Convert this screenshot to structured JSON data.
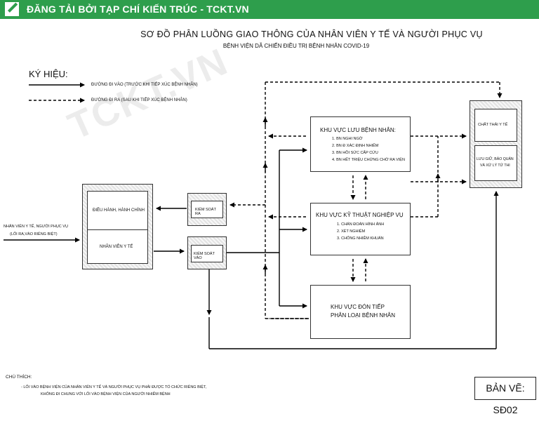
{
  "banner": {
    "text": "ĐĂNG TẢI BỞI TẠP CHÍ KIẾN TRÚC - TCKT.VN"
  },
  "title": "SƠ ĐỒ  PHÂN LUỒNG GIAO THÔNG CỦA  NHÂN VIÊN Y TẾ VÀ NGƯỜI PHỤC VỤ",
  "subtitle": "BỆNH VIỆN DÃ CHIẾN ĐIỀU TRỊ BỆNH NHÂN COVID-19",
  "watermark": "TCKT.VN",
  "legend": {
    "title": "KÝ HIỆU:",
    "entry_in": "ĐƯỜNG ĐI VÀO (TRƯỚC KHI TIẾP XÚC BỆNH NHÂN)",
    "entry_out": "ĐƯỜNG ĐI RA (SAU KHI TIẾP XÚC BỆNH NHÂN)"
  },
  "entrance_label_1": "NHÂN VIÊN Y TẾ, NGƯỜI PHỤC VỤ",
  "entrance_label_2": "(LỐI RA,VÀO RIÊNG BIỆT)",
  "admin": {
    "top": "ĐIỀU HÀNH, HÀNH CHÍNH",
    "bottom": "NHÂN VIÊN Y TẾ"
  },
  "control_out": "KIỂM SOÁT RA",
  "control_in": "KIỂM SOÁT VÀO",
  "ward": {
    "title": "KHU  VỰC LƯU BỆNH NHÂN:",
    "items": [
      "1. BN NGHI NGỜ",
      "2. BN Đ   XÁC ĐỊNH NHIỄM",
      "3. BN HỒI SỨC CẤP CỨU",
      "4. BN HẾT TRIỆU CHỨNG CHỜ RA VIỆN"
    ]
  },
  "tech": {
    "title": "KHU  VỰC KỸ THUẬT NGHIỆP VỤ",
    "items": [
      "1. CHẨN ĐOÁN HÌNH ẢNH",
      "2. XÉT NGHIỆM",
      "3. CHỐNG NHIỄM KHUẨN"
    ]
  },
  "reception": {
    "line1": "KHU  VỰC ĐÓN TIẾP",
    "line2": "PHÂN LOẠI BỆNH NHÂN"
  },
  "waste": "CHẤT THẢI Y TẾ",
  "morgue_1": "LƯU GIỮ, BẢO QUẢN",
  "morgue_2": "VÀ XỬ LÝ TỬ THI",
  "note": {
    "label": "CHÚ THÍCH:",
    "line1": "- LỐI VÀO BỆNH VIỆN CỦA NHÂN VIÊN Y TẾ VÀ NGƯỜI PHỤC VỤ PHẢI ĐƯỢC TỔ CHỨC RIÊNG BIỆT,",
    "line2": "KHÔNG ĐI CHUNG VỚI LỐI VÀO BỆNH VIỆN CỦA NGƯỜI NHIỄM BỆNH"
  },
  "drawing_no": "BẢN VẼ: SĐ02"
}
